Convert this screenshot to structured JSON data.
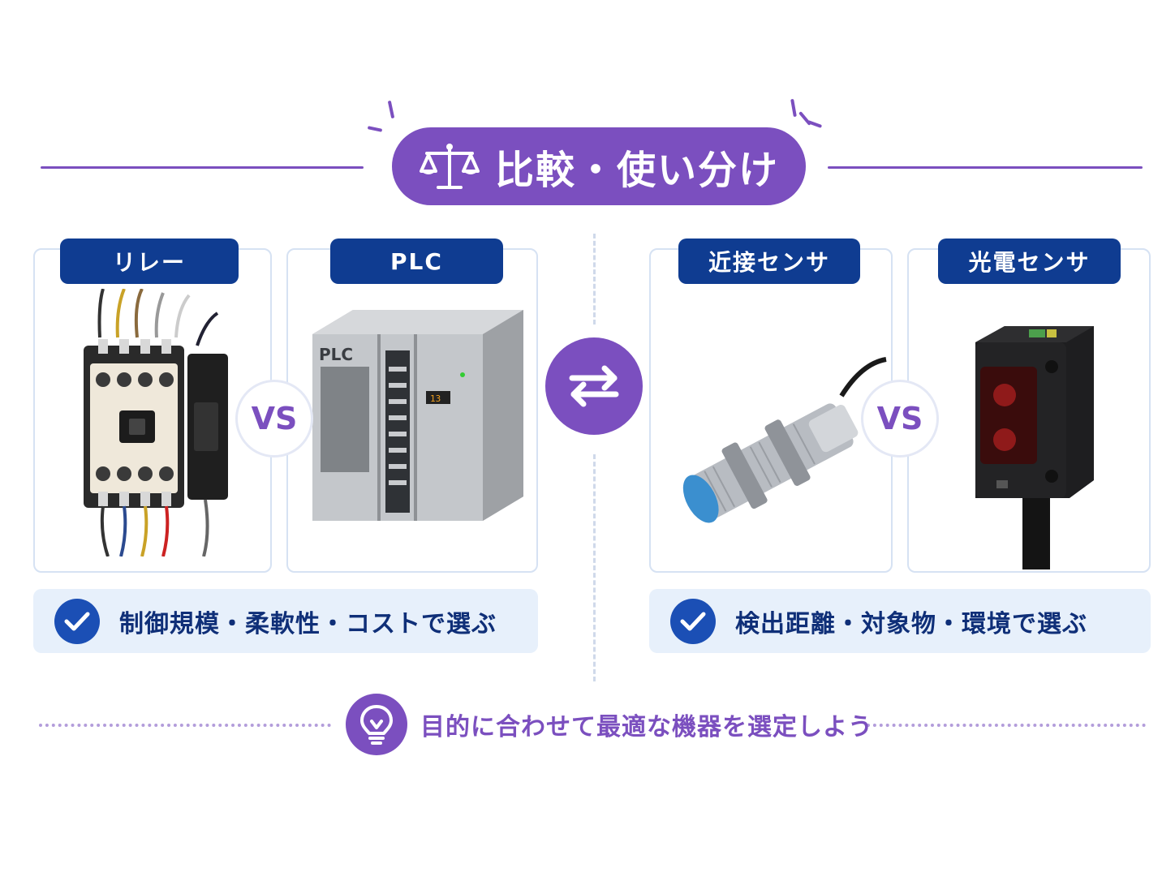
{
  "header": {
    "title": "比較・使い分け",
    "icon": "balance-scale-icon"
  },
  "left_group": {
    "item_a": {
      "label": "リレー",
      "image": "relay-image"
    },
    "item_b": {
      "label": "PLC",
      "image": "plc-image",
      "device_marking": "PLC"
    },
    "vs_label": "VS",
    "criterion": "制御規模・柔軟性・コストで選ぶ"
  },
  "right_group": {
    "item_a": {
      "label": "近接センサ",
      "image": "proximity-sensor-image"
    },
    "item_b": {
      "label": "光電センサ",
      "image": "photoelectric-sensor-image"
    },
    "vs_label": "VS",
    "criterion": "検出距離・対象物・環境で選ぶ"
  },
  "center": {
    "icon": "swap-arrows-icon"
  },
  "footer": {
    "tip": "目的に合わせて最適な機器を選定しよう",
    "icon": "lightbulb-icon"
  },
  "colors": {
    "purple": "#7b4fbf",
    "navy": "#0f3c91",
    "light_blue": "#e7f0fb",
    "check_blue": "#1b4fb5"
  }
}
